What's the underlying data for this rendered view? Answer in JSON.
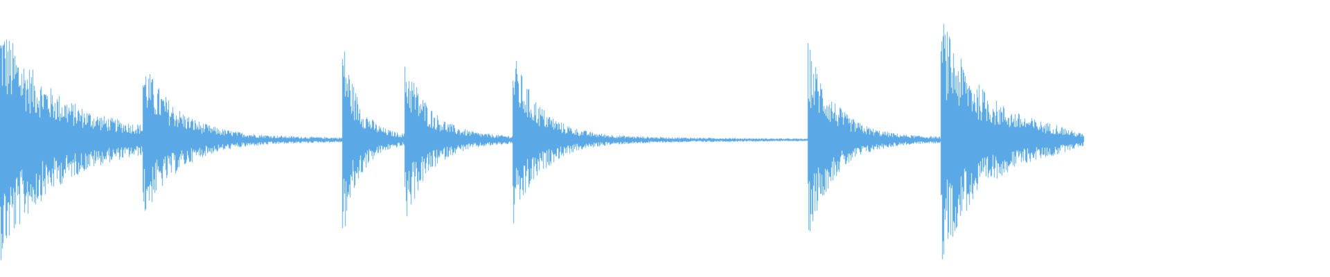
{
  "waveform": {
    "color": "#5aa9e6",
    "background": "#ffffff",
    "duration_fraction_filled": 0.81,
    "onsets": [
      {
        "t": 0.0,
        "peak": 0.97,
        "decay": 0.04,
        "tail": 0.1
      },
      {
        "t": 0.107,
        "peak": 0.68,
        "decay": 0.026,
        "tail": 0.06
      },
      {
        "t": 0.257,
        "peak": 0.88,
        "decay": 0.012,
        "tail": 0.07
      },
      {
        "t": 0.304,
        "peak": 0.72,
        "decay": 0.018,
        "tail": 0.07
      },
      {
        "t": 0.385,
        "peak": 0.76,
        "decay": 0.02,
        "tail": 0.06
      },
      {
        "t": 0.607,
        "peak": 0.84,
        "decay": 0.02,
        "tail": 0.05
      },
      {
        "t": 0.707,
        "peak": 1.0,
        "decay": 0.03,
        "tail": 0.12
      }
    ],
    "end_fraction": 0.815
  }
}
